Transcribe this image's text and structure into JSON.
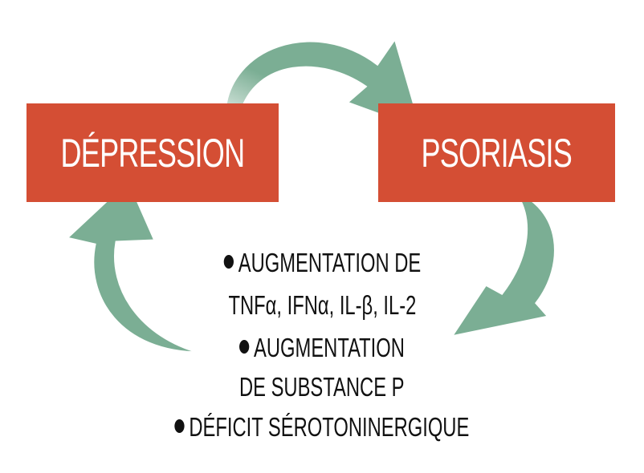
{
  "boxes": {
    "left": "DÉPRESSION",
    "right": "PSORIASIS"
  },
  "bullets": [
    {
      "lines": [
        "AUGMENTATION DE",
        "TNFα, IFNα, IL-β, IL-2"
      ]
    },
    {
      "lines": [
        "AUGMENTATION",
        "DE SUBSTANCE P"
      ]
    },
    {
      "lines": [
        "DÉFICIT SÉROTONINERGIQUE"
      ]
    }
  ],
  "colors": {
    "box": "#D44E34",
    "arrow": "#7BAE94"
  }
}
